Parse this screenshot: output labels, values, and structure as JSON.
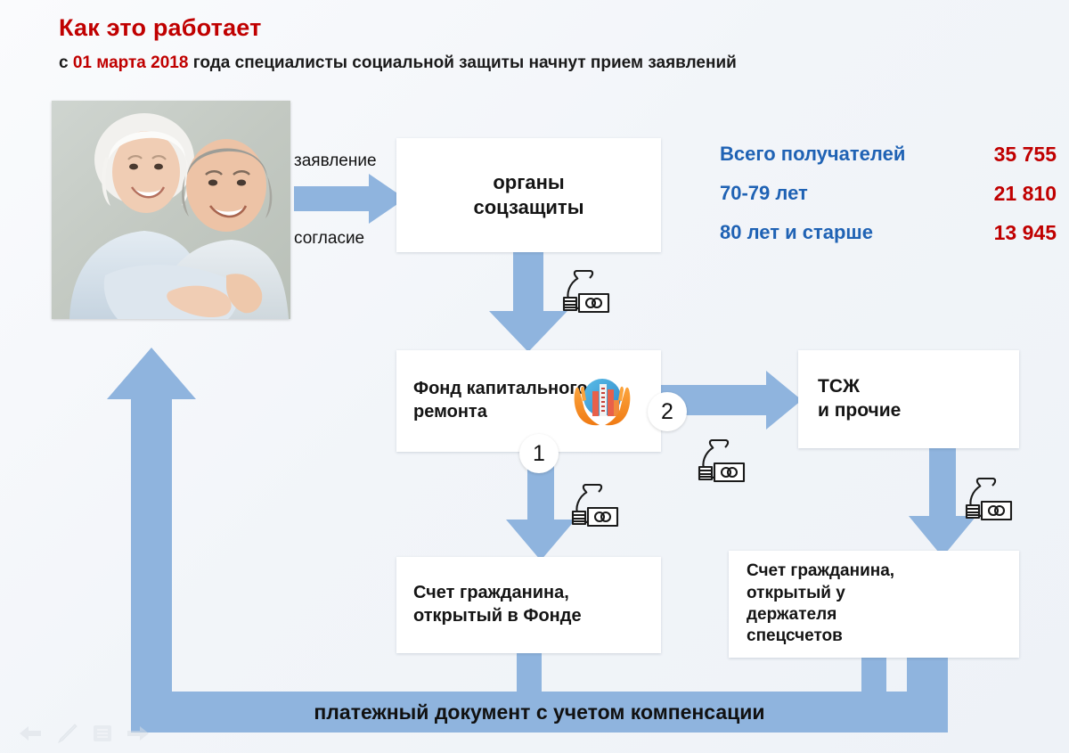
{
  "header": {
    "title": "Как это работает",
    "subtitle_parts": {
      "lead": "с ",
      "date": "01 марта 2018",
      "rest": " года специалисты социальной защиты начнут прием заявлений"
    }
  },
  "photo": {
    "alt": "Пожилая пара",
    "icon": "elderly-couple-photo"
  },
  "stats": {
    "rows": [
      {
        "label": "Всего получателей",
        "value": "35 755"
      },
      {
        "label": "70-79 лет",
        "value": "21 810"
      },
      {
        "label": "80 лет и старше",
        "value": "13 945"
      }
    ]
  },
  "flow": {
    "boxes": {
      "soc": "органы\nсоцзащиты",
      "fond": "Фонд капитального\nремонта",
      "tsj": "ТСЖ\nи прочие",
      "account_fond": "Счет гражданина,\nоткрытый в Фонде",
      "account_spec": "Счет гражданина,\nоткрытый у\nдержателя\nспецсчетов"
    },
    "arrow_labels": {
      "application": "заявление",
      "consent": "согласие"
    },
    "markers": {
      "one": "1",
      "two": "2"
    },
    "bottom_bar": "платежный документ с учетом компенсации",
    "icons": {
      "money": "money-bag-icon",
      "fond_logo": "capital-repair-fund-logo"
    }
  },
  "toolbar": {
    "items": [
      {
        "icon": "back-arrow-icon"
      },
      {
        "icon": "pen-icon"
      },
      {
        "icon": "document-icon"
      },
      {
        "icon": "forward-arrow-icon"
      }
    ]
  },
  "colors": {
    "accent_blue": "#8FB4DE",
    "title_red": "#C00000",
    "stat_label_blue": "#1F62B4"
  }
}
